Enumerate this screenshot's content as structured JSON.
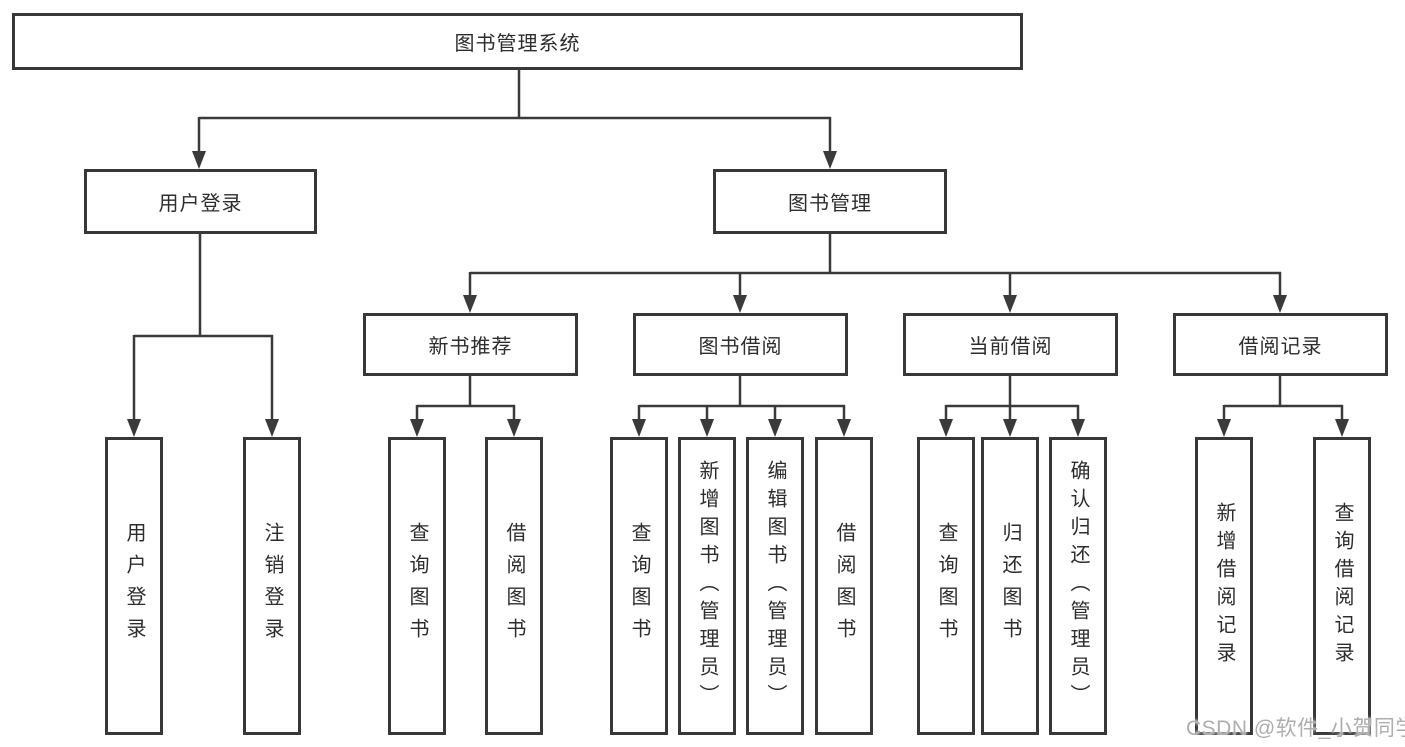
{
  "tree": {
    "root": {
      "label": "图书管理系统"
    },
    "branches": [
      {
        "label": "用户登录",
        "leaves": [
          {
            "label": "用户登录"
          },
          {
            "label": "注销登录"
          }
        ]
      },
      {
        "label": "图书管理",
        "groups": [
          {
            "label": "新书推荐",
            "leaves": [
              {
                "label": "查询图书"
              },
              {
                "label": "借阅图书"
              }
            ]
          },
          {
            "label": "图书借阅",
            "leaves": [
              {
                "label": "查询图书"
              },
              {
                "label": "新增图书（管理员）"
              },
              {
                "label": "编辑图书（管理员）"
              },
              {
                "label": "借阅图书"
              }
            ]
          },
          {
            "label": "当前借阅",
            "leaves": [
              {
                "label": "查询图书"
              },
              {
                "label": "归还图书"
              },
              {
                "label": "确认归还（管理员）"
              }
            ]
          },
          {
            "label": "借阅记录",
            "leaves": [
              {
                "label": "新增借阅记录"
              },
              {
                "label": "查询借阅记录"
              }
            ]
          }
        ]
      }
    ]
  },
  "watermark": {
    "text": "CSDN @软件_小贺同学"
  },
  "colors": {
    "line": "#3a3a3a",
    "text": "#2d2d2d",
    "watermark": "#aeaeae",
    "background": "#ffffff"
  }
}
